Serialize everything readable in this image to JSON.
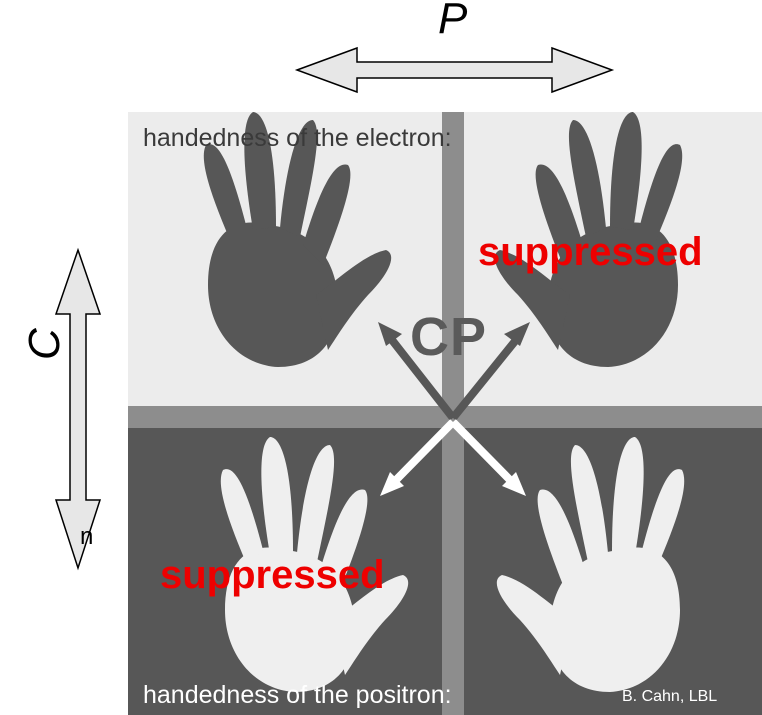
{
  "labels": {
    "p": "P",
    "c": "C",
    "cp": "CP"
  },
  "captions": {
    "top": "handedness of the electron:",
    "bottom": "handedness of the positron:",
    "credit": "B. Cahn, LBL",
    "stray": "n"
  },
  "quadrants": {
    "top_right_label": "suppressed",
    "bottom_left_label": "suppressed"
  },
  "colors": {
    "panel_light": "#ececec",
    "panel_dark": "#575757",
    "divider": "#8d8d8d",
    "hand_dark": "#575757",
    "hand_light": "#efefef",
    "suppressed_text": "#ee0000",
    "cp_arrow_dark": "#575757",
    "cp_arrow_light": "#ffffff"
  }
}
